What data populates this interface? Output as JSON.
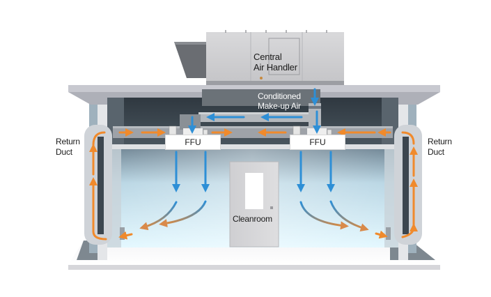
{
  "diagram": {
    "title": "Cleanroom airflow with central air handler and fan filter units",
    "labels": {
      "air_handler_line1": "Central",
      "air_handler_line2": "Air Handler",
      "makeup_line1": "Conditioned",
      "makeup_line2": "Make-up Air",
      "ffu_left": "FFU",
      "ffu_right": "FFU",
      "return_left_line1": "Return",
      "return_left_line2": "Duct",
      "return_right_line1": "Return",
      "return_right_line2": "Duct",
      "cleanroom": "Cleanroom"
    },
    "legend_colors": {
      "supply_air": "#2e8fd6",
      "return_air": "#f08a2c"
    },
    "components": [
      "central-air-handler",
      "conditioned-make-up-air-duct",
      "fan-filter-unit-left",
      "fan-filter-unit-right",
      "return-duct-left",
      "return-duct-right",
      "cleanroom-door",
      "plenum"
    ]
  }
}
